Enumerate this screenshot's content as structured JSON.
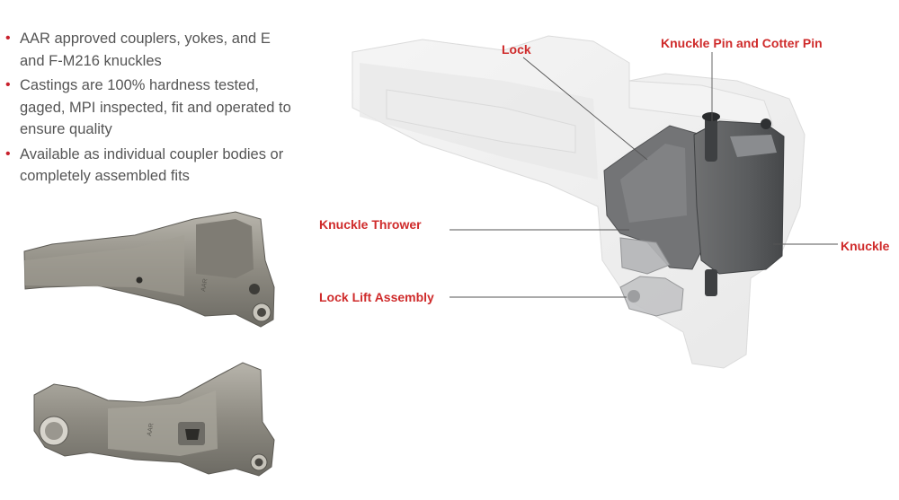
{
  "bullets": [
    "AAR approved couplers, yokes, and E and F-M216 knuckles",
    "Castings are 100% hardness tested, gaged, MPI inspected, fit and operated to ensure quality",
    "Available as individual coupler bodies or completely assembled fits"
  ],
  "callouts": {
    "lock": "Lock",
    "knuckle_pin": "Knuckle Pin and Cotter Pin",
    "knuckle_thrower": "Knuckle Thrower",
    "knuckle": "Knuckle",
    "lock_lift": "Lock Lift Assembly"
  },
  "colors": {
    "accent": "#cf2b2b",
    "text": "#555555"
  }
}
